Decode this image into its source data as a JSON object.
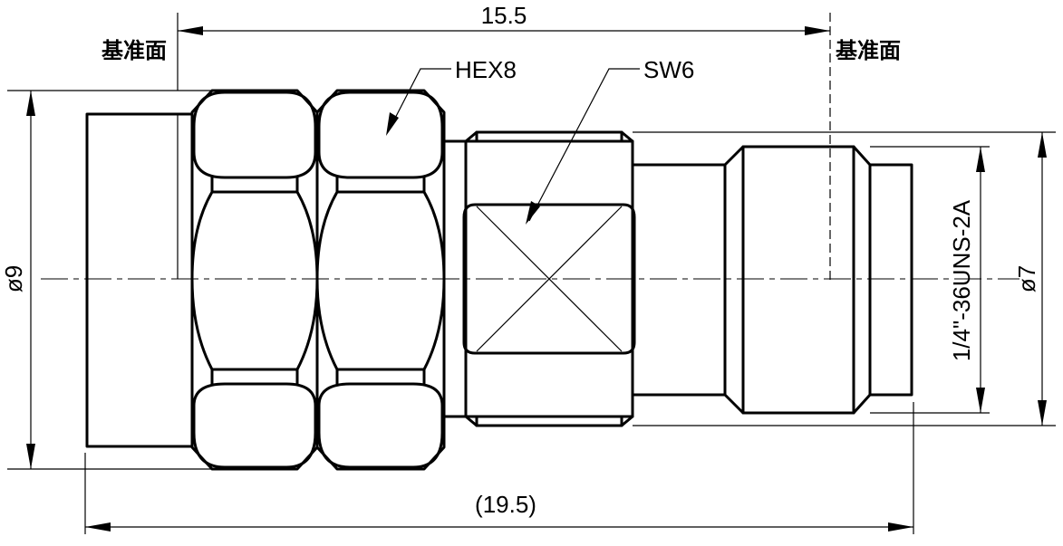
{
  "dimensions": {
    "overall_length": "(19.5)",
    "datum_length": "15.5",
    "left_diameter": "ø9",
    "right_diameter": "ø7",
    "thread": "1/4\"-36UNS-2A"
  },
  "callouts": {
    "hex": "HEX8",
    "wrench_flats": "SW6"
  },
  "datum": {
    "left_label": "基准面",
    "right_label": "基准面"
  }
}
